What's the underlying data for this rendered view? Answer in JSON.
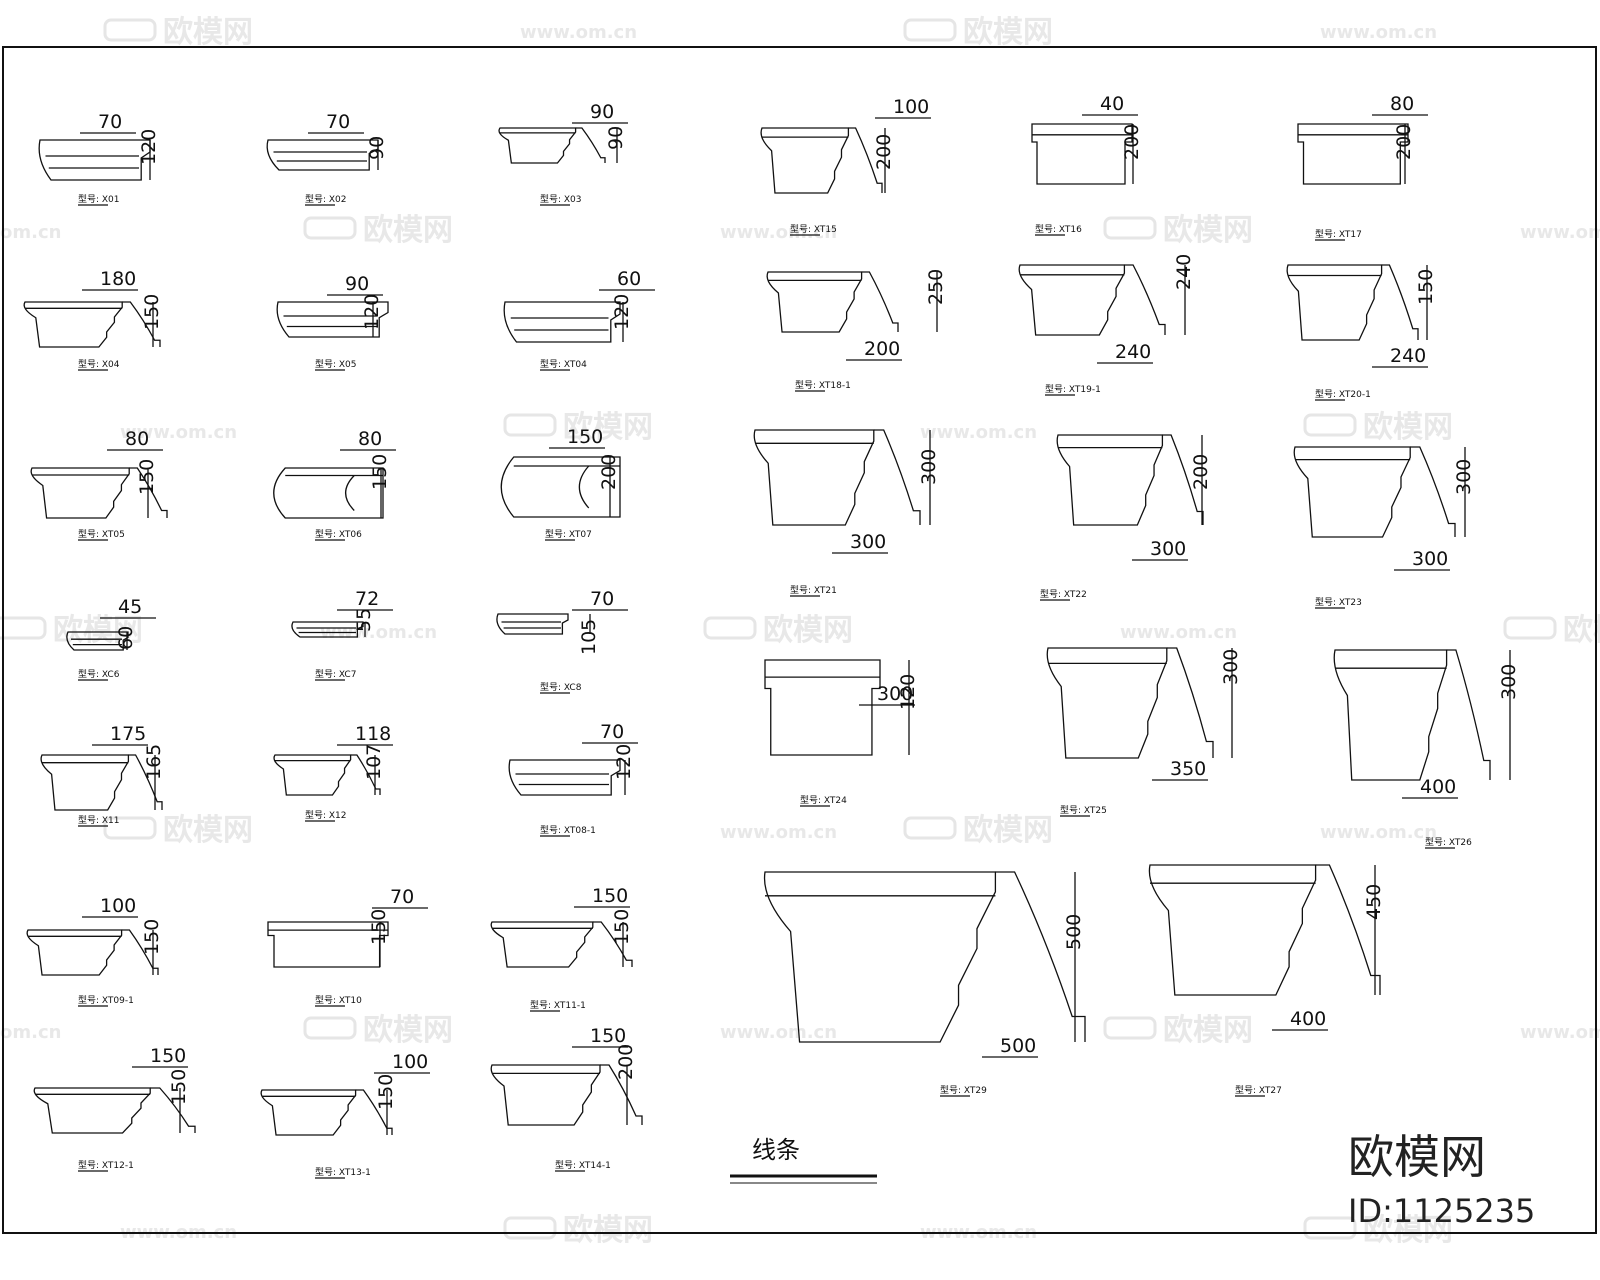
{
  "drawing": {
    "title": "线条",
    "brand": "欧模网",
    "brand_id": "ID:1125235"
  },
  "watermarks": {
    "logo": "欧模网",
    "url": "www.om.cn",
    "url_partial": "om.cn",
    "logo_partial": "欧模网"
  },
  "profiles": [
    {
      "model": "型号: X01",
      "dims": [
        "70",
        "120"
      ]
    },
    {
      "model": "型号: X02",
      "dims": [
        "70",
        "90"
      ]
    },
    {
      "model": "型号: X03",
      "dims": [
        "90",
        "90"
      ]
    },
    {
      "model": "型号: XT15",
      "dims": [
        "100",
        "200"
      ]
    },
    {
      "model": "型号: XT16",
      "dims": [
        "40",
        "200"
      ]
    },
    {
      "model": "型号: XT17",
      "dims": [
        "80",
        "200"
      ]
    },
    {
      "model": "型号: X04",
      "dims": [
        "180",
        "150"
      ]
    },
    {
      "model": "型号: X05",
      "dims": [
        "90",
        "120"
      ]
    },
    {
      "model": "型号: XT04",
      "dims": [
        "60",
        "120"
      ]
    },
    {
      "model": "型号: XT18-1",
      "dims": [
        "200",
        "250"
      ]
    },
    {
      "model": "型号: XT19-1",
      "dims": [
        "240",
        "240"
      ]
    },
    {
      "model": "型号: XT20-1",
      "dims": [
        "240",
        "150"
      ]
    },
    {
      "model": "型号: XT05",
      "dims": [
        "80",
        "150"
      ]
    },
    {
      "model": "型号: XT06",
      "dims": [
        "80",
        "150"
      ]
    },
    {
      "model": "型号: XT07",
      "dims": [
        "150",
        "200"
      ]
    },
    {
      "model": "型号: XT21",
      "dims": [
        "300",
        "300"
      ]
    },
    {
      "model": "型号: XT22",
      "dims": [
        "300",
        "200"
      ]
    },
    {
      "model": "型号: XT23",
      "dims": [
        "300",
        "300"
      ]
    },
    {
      "model": "型号: XC6",
      "dims": [
        "45",
        "60"
      ]
    },
    {
      "model": "型号: XC7",
      "dims": [
        "72",
        "55"
      ]
    },
    {
      "model": "型号: XC8",
      "dims": [
        "70",
        "105"
      ]
    },
    {
      "model": "型号: XT24",
      "dims": [
        "300",
        "120"
      ]
    },
    {
      "model": "型号: XT25",
      "dims": [
        "350",
        "300"
      ]
    },
    {
      "model": "型号: XT26",
      "dims": [
        "400",
        "300"
      ]
    },
    {
      "model": "型号: X11",
      "dims": [
        "175",
        "165"
      ]
    },
    {
      "model": "型号: X12",
      "dims": [
        "118",
        "107"
      ]
    },
    {
      "model": "型号: XT08-1",
      "dims": [
        "70",
        "120"
      ]
    },
    {
      "model": "型号: XT09-1",
      "dims": [
        "100",
        "150"
      ]
    },
    {
      "model": "型号: XT10",
      "dims": [
        "70",
        "150"
      ]
    },
    {
      "model": "型号: XT11-1",
      "dims": [
        "150",
        "150"
      ]
    },
    {
      "model": "型号: XT29",
      "dims": [
        "500",
        "500"
      ]
    },
    {
      "model": "型号: XT27",
      "dims": [
        "400",
        "450"
      ]
    },
    {
      "model": "型号: XT12-1",
      "dims": [
        "150",
        "150"
      ]
    },
    {
      "model": "型号: XT13-1",
      "dims": [
        "100",
        "150"
      ]
    },
    {
      "model": "型号: XT14-1",
      "dims": [
        "150",
        "200"
      ]
    }
  ]
}
